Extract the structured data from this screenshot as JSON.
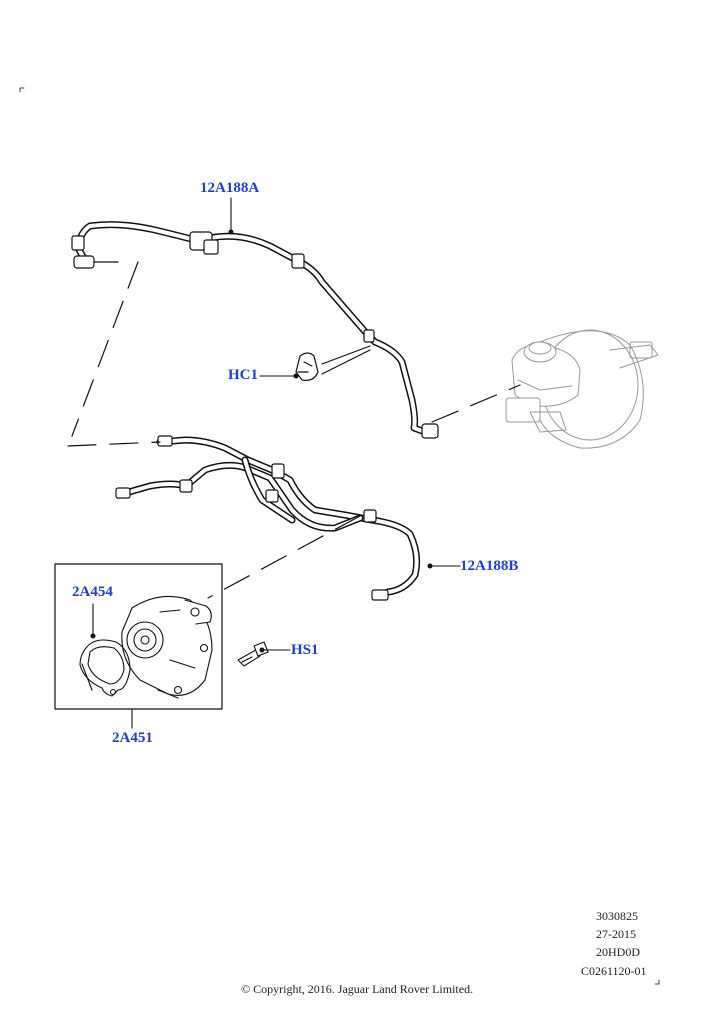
{
  "callouts": {
    "c1": "12A188A",
    "c2": "HC1",
    "c3": "12A188B",
    "c4": "2A454",
    "c5": "HS1",
    "c6": "2A451"
  },
  "footer": {
    "ref": "3030825",
    "date": "27-2015",
    "model": "20HD0D",
    "code": "C0261120-01",
    "copyright": "© Copyright, 2016. Jaguar Land Rover Limited."
  },
  "colors": {
    "callout": "#1a3fd6",
    "line": "#111111"
  }
}
